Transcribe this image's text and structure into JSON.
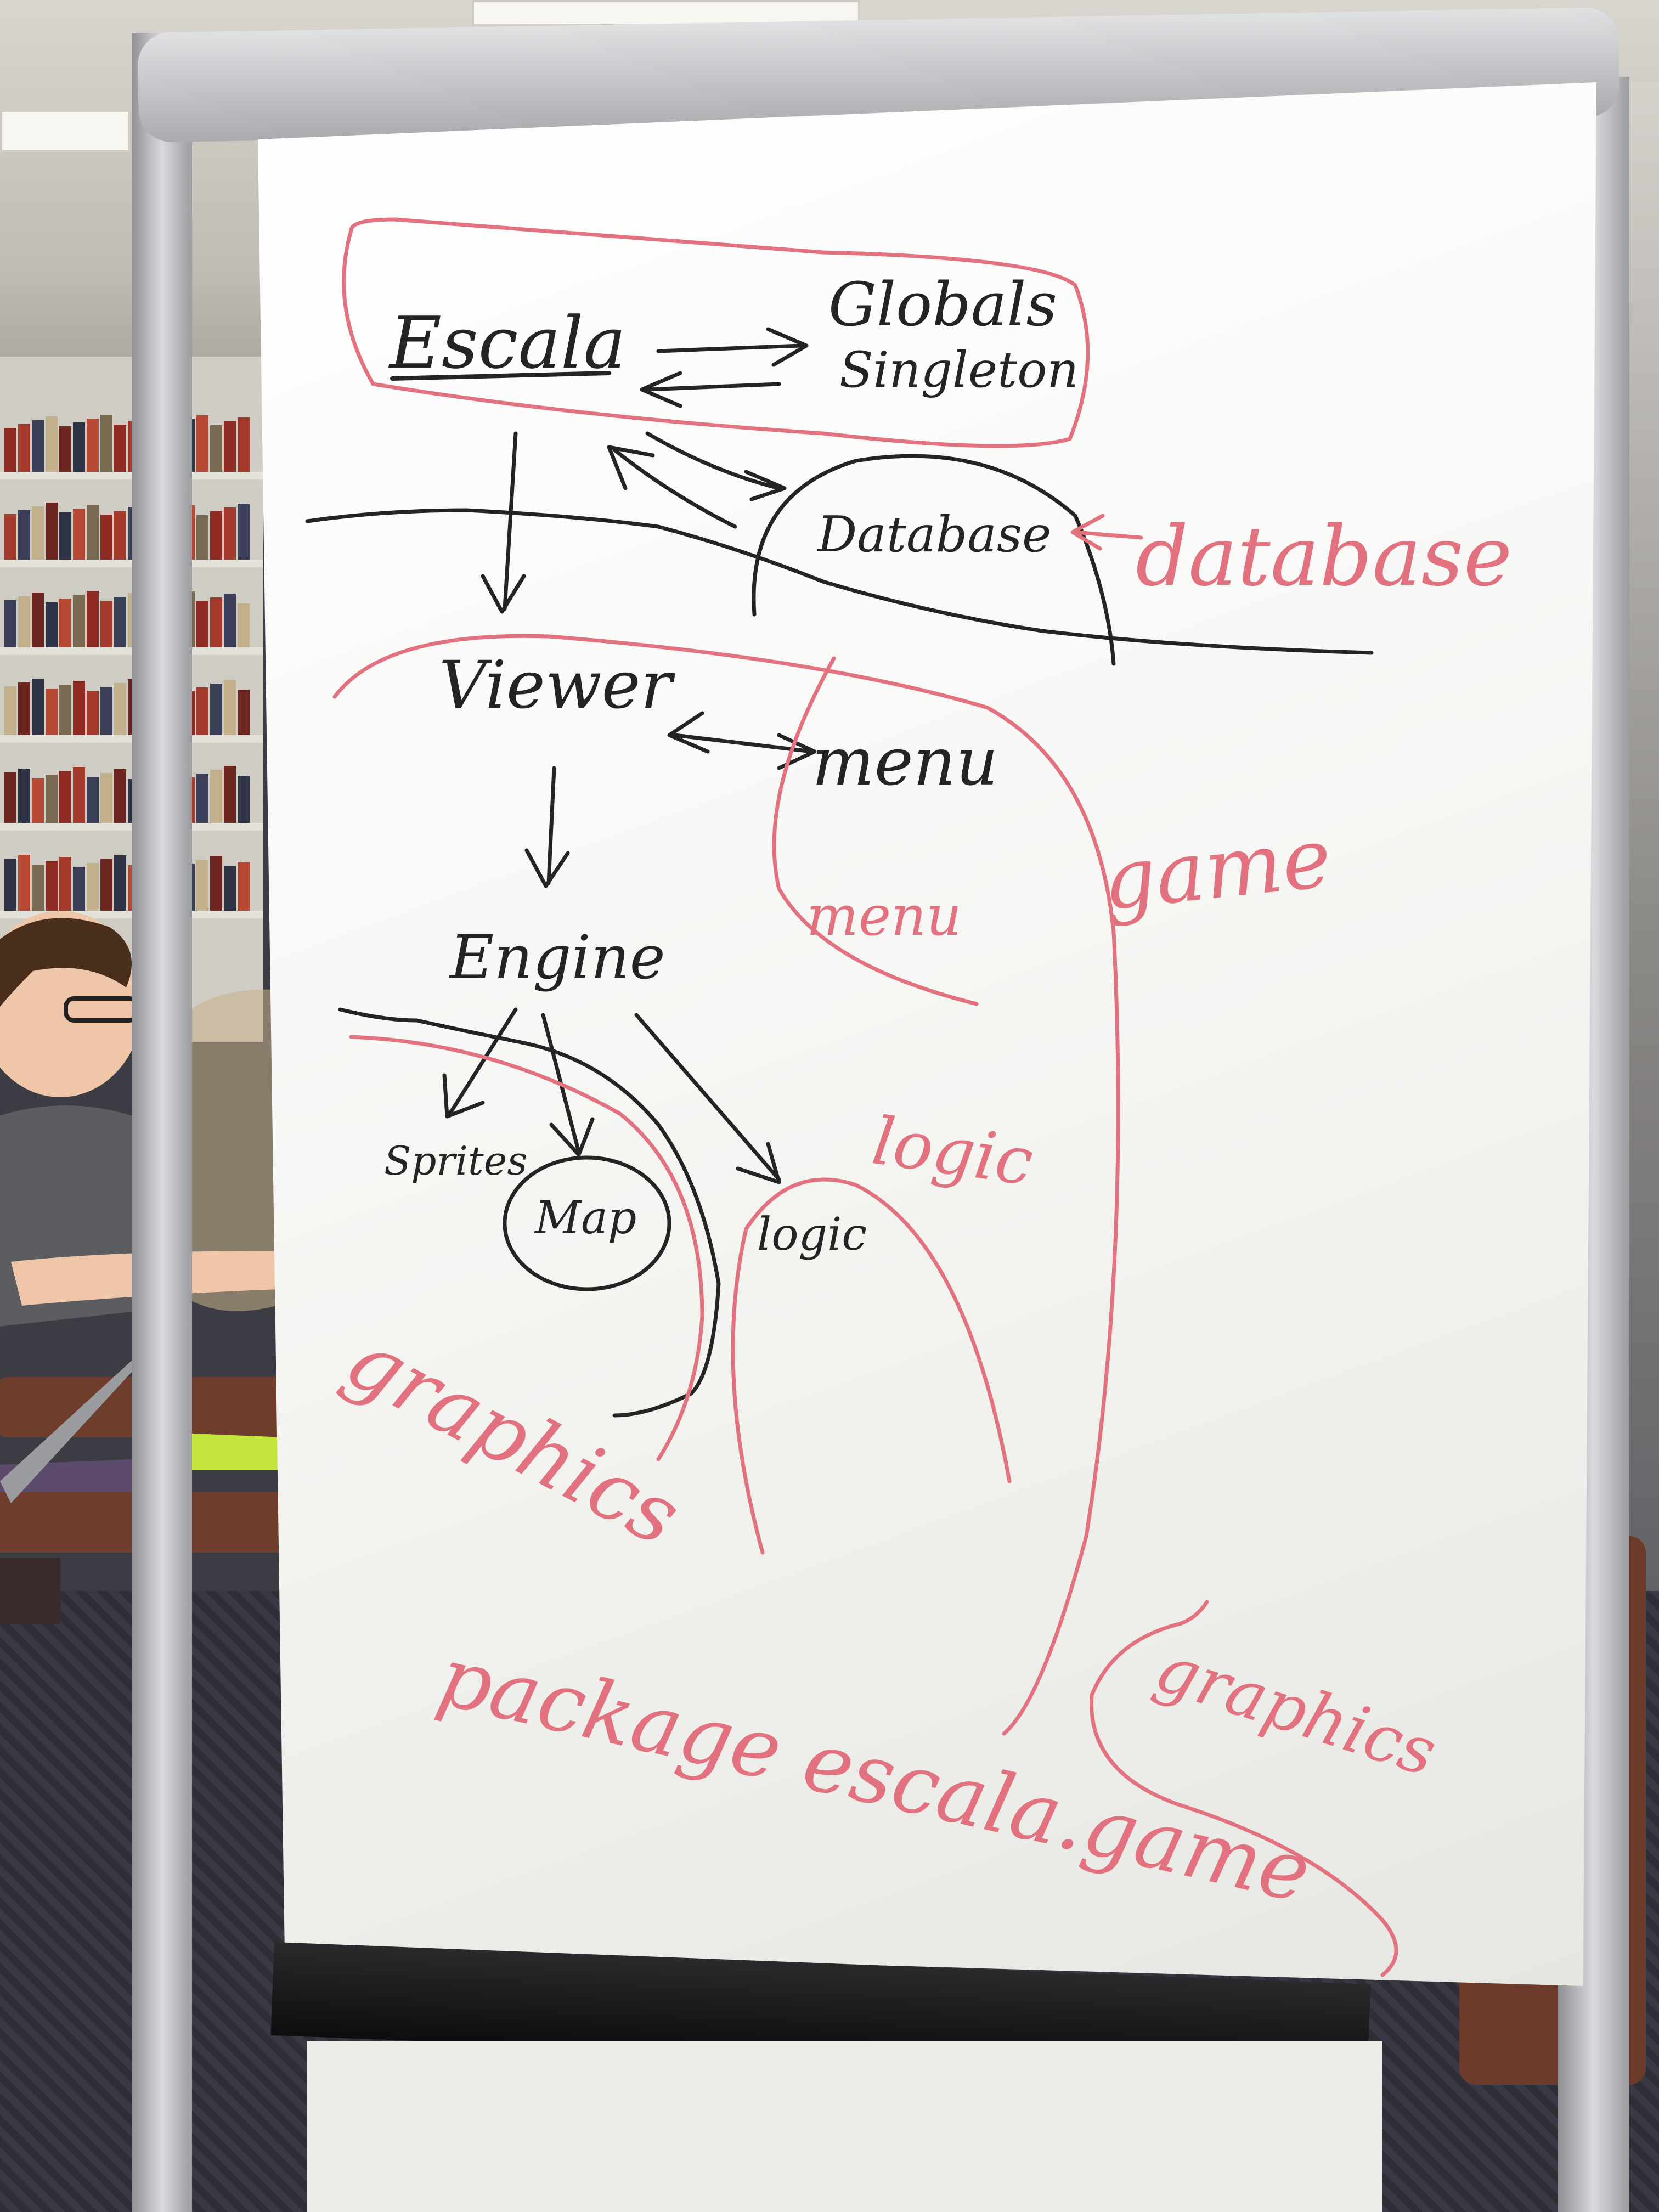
{
  "whiteboard": {
    "black_text": {
      "escala": "Escala",
      "globals": "Globals",
      "singleton": "Singleton",
      "database": "Database",
      "viewer": "Viewer",
      "menu": "menu",
      "engine": "Engine",
      "sprites": "Sprites",
      "map": "Map",
      "logic": "logic"
    },
    "red_text": {
      "database": "database",
      "menu": "menu",
      "game": "game",
      "logic": "logic",
      "graphics_left": "graphics",
      "graphics_right": "graphics",
      "package": "package escala.game"
    },
    "colors": {
      "black_marker": "#242424",
      "red_marker": "#e2727f",
      "board": "#f8f8f6",
      "frame": "#b9bbbe"
    }
  }
}
